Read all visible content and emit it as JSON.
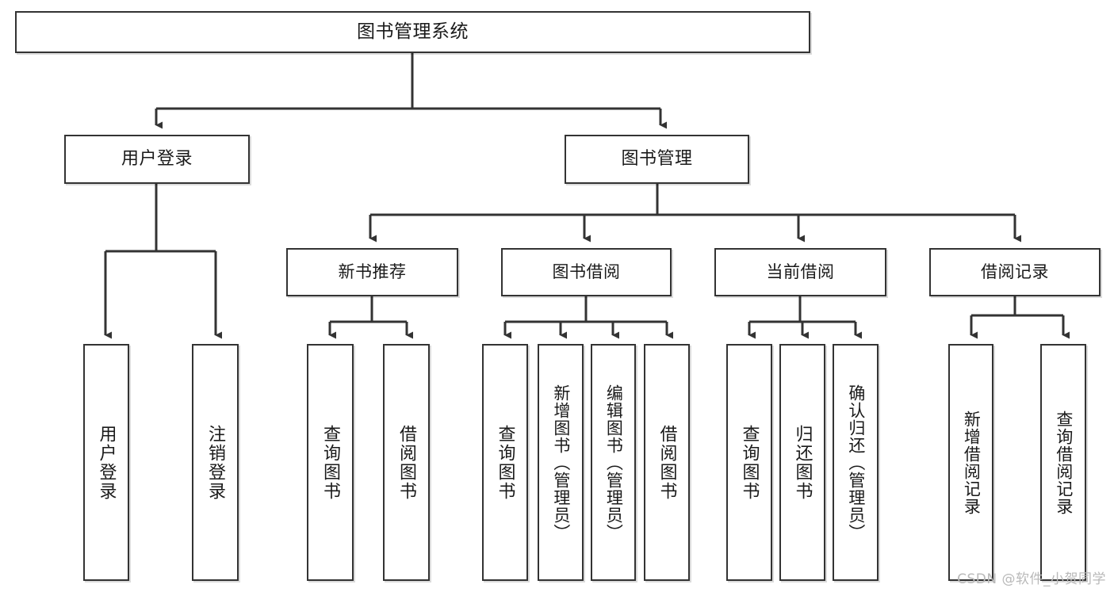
{
  "diagram": {
    "type": "tree-hierarchy-chart",
    "root": {
      "id": "root",
      "label": "图书管理系统"
    },
    "level1": [
      {
        "id": "user-login",
        "label": "用户登录"
      },
      {
        "id": "book-management",
        "label": "图书管理"
      }
    ],
    "level2": [
      {
        "id": "new-book-recommend",
        "label": "新书推荐"
      },
      {
        "id": "book-borrow",
        "label": "图书借阅"
      },
      {
        "id": "current-borrow",
        "label": "当前借阅"
      },
      {
        "id": "borrow-record",
        "label": "借阅记录"
      }
    ],
    "leaves": {
      "user_login": [
        {
          "id": "leaf-user-login",
          "label": "用户登录"
        },
        {
          "id": "leaf-logout-login",
          "label": "注销登录"
        }
      ],
      "new_book_recommend": [
        {
          "id": "leaf-query-book-1",
          "label": "查询图书"
        },
        {
          "id": "leaf-borrow-book-1",
          "label": "借阅图书"
        }
      ],
      "book_borrow": [
        {
          "id": "leaf-query-book-2",
          "label": "查询图书"
        },
        {
          "id": "leaf-add-book",
          "label": "新增图书（管理员）"
        },
        {
          "id": "leaf-edit-book",
          "label": "编辑图书（管理员）"
        },
        {
          "id": "leaf-borrow-book-2",
          "label": "借阅图书"
        }
      ],
      "current_borrow": [
        {
          "id": "leaf-query-book-3",
          "label": "查询图书"
        },
        {
          "id": "leaf-return-book",
          "label": "归还图书"
        },
        {
          "id": "leaf-confirm-return",
          "label": "确认归还（管理员）"
        }
      ],
      "borrow_record": [
        {
          "id": "leaf-add-borrow-record",
          "label": "新增借阅记录"
        },
        {
          "id": "leaf-query-borrow-record",
          "label": "查询借阅记录"
        }
      ]
    }
  },
  "watermark": {
    "text": "CSDN @软件_小贺同学"
  },
  "colors": {
    "stroke": "#333333",
    "box_fill": "#ffffff",
    "text": "#1a1a1a",
    "watermark": "#b9b9b9",
    "background": "#ffffff"
  }
}
